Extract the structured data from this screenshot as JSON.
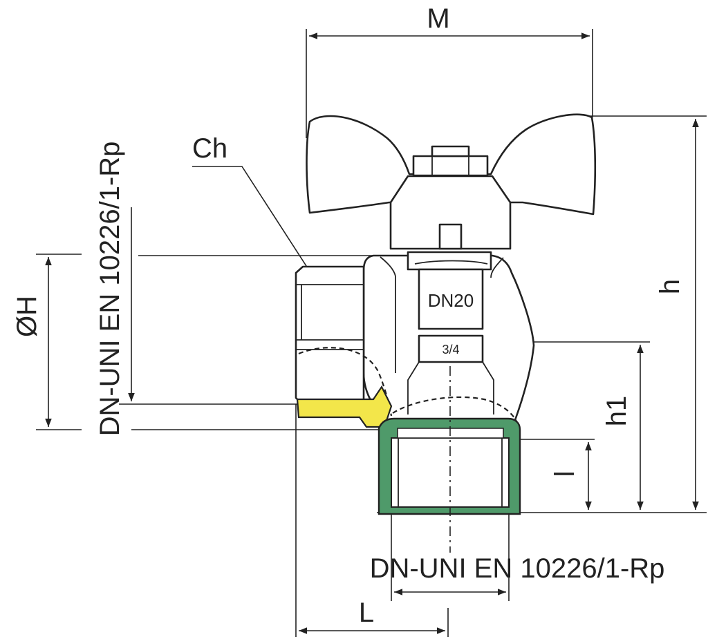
{
  "labels": {
    "M": "M",
    "h": "h",
    "h1": "h1",
    "l": "l",
    "L": "L",
    "oH": "ØH",
    "Ch": "Ch",
    "thread_vertical": "DN-UNI EN 10226/1-Rp",
    "thread_horizontal": "DN-UNI EN 10226/1-Rp",
    "body_marking_size": "DN20",
    "body_marking_inch": "3/4"
  },
  "colors": {
    "yellow_seal": "#f3e64a",
    "green_seal": "#4f9a6a",
    "line": "#222222"
  }
}
